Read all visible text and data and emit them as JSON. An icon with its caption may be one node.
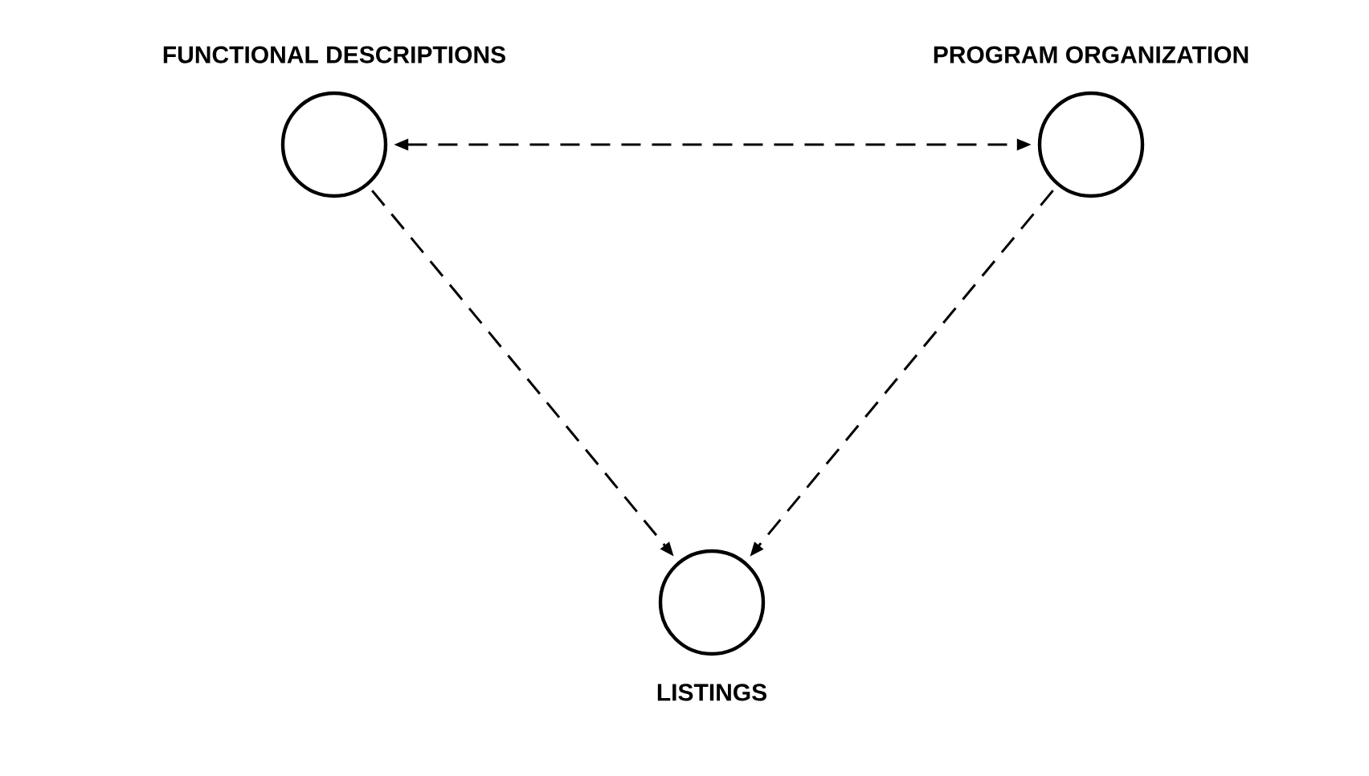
{
  "diagram": {
    "nodes": [
      {
        "text": [
          "FUNCTIONAL DESCRIPTIONS"
        ]
      },
      {
        "text": [
          "PROGRAM ORGANIZATION"
        ]
      },
      {
        "text": [
          "LISTINGS"
        ]
      }
    ],
    "edges": [
      {
        "from": 0,
        "to": 1,
        "arrow": "both",
        "style": "dashed"
      },
      {
        "from": 0,
        "to": 2,
        "arrow": "to",
        "style": "dashed"
      },
      {
        "from": 1,
        "to": 2,
        "arrow": "to",
        "style": "dashed"
      }
    ]
  }
}
